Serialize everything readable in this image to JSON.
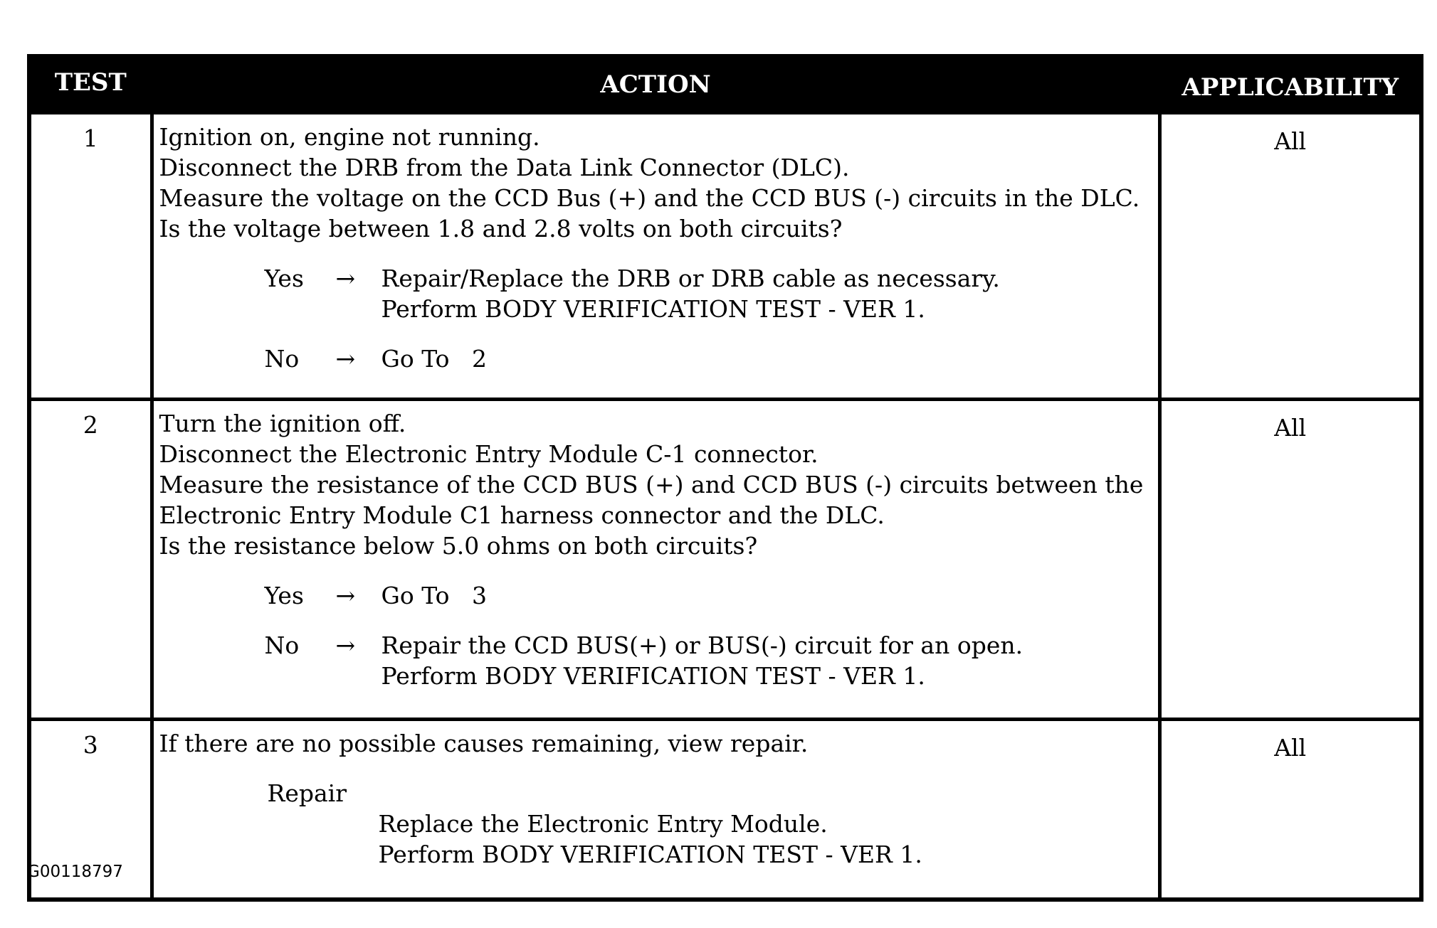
{
  "header": {
    "test": "TEST",
    "action": "ACTION",
    "applicability": "APPLICABILITY"
  },
  "rows": [
    {
      "test": "1",
      "applicability": "All",
      "lines": [
        "Ignition on, engine not running.",
        "Disconnect the DRB from the Data Link Connector (DLC).",
        "Measure the voltage on the CCD Bus (+) and the CCD BUS (-) circuits in the DLC.",
        "Is the voltage between 1.8 and 2.8 volts on both circuits?"
      ],
      "branches": [
        {
          "label": "Yes",
          "arrow": "→",
          "result": [
            "Repair/Replace the DRB or DRB cable as necessary.",
            "Perform BODY VERIFICATION TEST - VER 1."
          ]
        },
        {
          "label": "No",
          "arrow": "→",
          "result": [
            "Go To   2"
          ]
        }
      ]
    },
    {
      "test": "2",
      "applicability": "All",
      "lines": [
        "Turn the ignition off.",
        "Disconnect the Electronic Entry Module C-1 connector.",
        "Measure the resistance of the CCD BUS (+) and CCD BUS (-) circuits between the",
        "Electronic Entry Module C1 harness connector and the DLC.",
        "Is the resistance below 5.0 ohms on both circuits?"
      ],
      "branches": [
        {
          "label": "Yes",
          "arrow": "→",
          "result": [
            "Go To   3"
          ]
        },
        {
          "label": "No",
          "arrow": "→",
          "result": [
            "Repair the CCD BUS(+) or BUS(-) circuit for an open.",
            "Perform BODY VERIFICATION TEST - VER 1."
          ]
        }
      ]
    },
    {
      "test": "3",
      "applicability": "All",
      "lines": [
        "If there are no possible causes remaining, view repair."
      ],
      "repair_label": "Repair",
      "repair_lines": [
        "Replace the Electronic Entry Module.",
        "Perform BODY VERIFICATION TEST - VER 1."
      ]
    }
  ],
  "figure_id": "G00118797"
}
